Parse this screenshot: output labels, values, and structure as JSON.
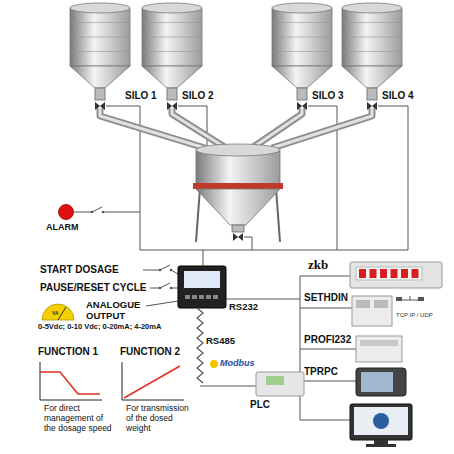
{
  "diagram": {
    "nodes": [
      {
        "text": [
          "SILO 1"
        ]
      },
      {
        "text": [
          "SILO 2"
        ]
      },
      {
        "text": [
          "SILO 3"
        ]
      },
      {
        "text": [
          "SILO 4"
        ]
      },
      {
        "text": [
          "ALARM"
        ]
      },
      {
        "text": [
          "zkb"
        ]
      },
      {
        "text": [
          "SETHDIN"
        ]
      },
      {
        "text": [
          "PROFI232"
        ]
      },
      {
        "text": [
          "TPRPC"
        ]
      },
      {
        "text": [
          "PLC"
        ]
      }
    ],
    "labels": [
      "START DOSAGE",
      "PAUSE/RESET CYCLE",
      "ANALOGUE OUTPUT",
      "VA",
      "0-5Vdc; 0-10 Vdc; 0-20mA; 4-20mA",
      "FUNCTION 1",
      "FUNCTION 2",
      "For direct management of the dosage speed",
      "For transmission of the dosed weight",
      "RS232",
      "RS485",
      "Modbus",
      "TCP IP / UDP"
    ]
  }
}
